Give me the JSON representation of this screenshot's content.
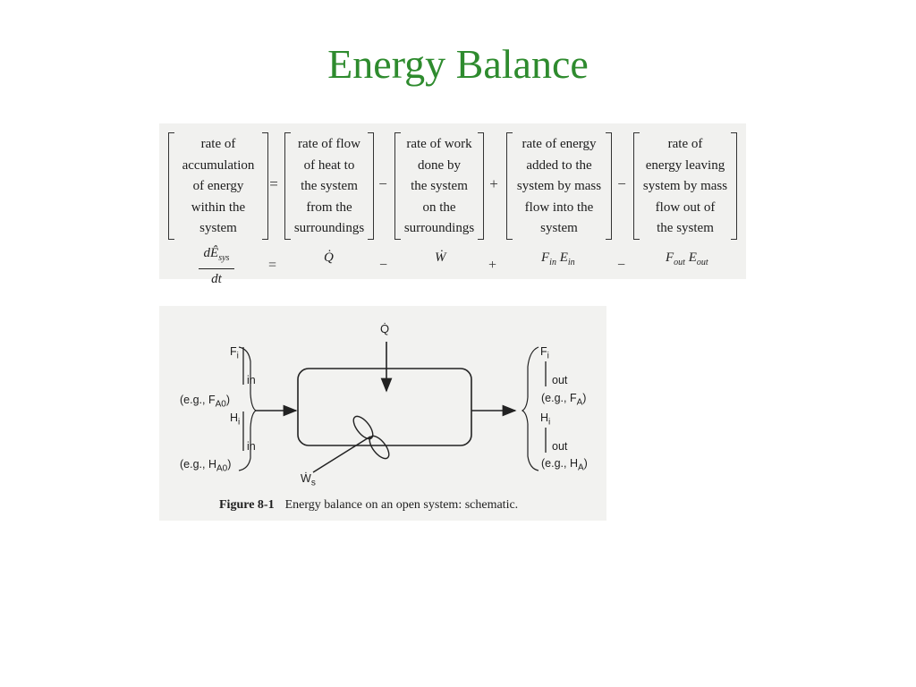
{
  "title": "Energy Balance",
  "equation": {
    "terms": [
      {
        "lines": [
          "rate of",
          "accumulation",
          "of energy",
          "within the",
          "system"
        ]
      },
      {
        "lines": [
          "rate of flow",
          "of heat to",
          "the system",
          "from the",
          "surroundings"
        ]
      },
      {
        "lines": [
          "rate of work",
          "done by",
          "the system",
          "on the",
          "surroundings"
        ]
      },
      {
        "lines": [
          "rate of energy",
          "added to the",
          "system by mass",
          "flow into the",
          "system"
        ]
      },
      {
        "lines": [
          "rate of",
          "energy leaving",
          "system by mass",
          "flow out of",
          "the system"
        ]
      }
    ],
    "operators": [
      "=",
      "−",
      "+",
      "−"
    ],
    "symbols": {
      "lhs_num": "dÊ",
      "lhs_num_sub": "sys",
      "lhs_den": "dt",
      "q": "Q̇",
      "w": "Ẇ",
      "fin": "F",
      "fin_sub": "in",
      "ein": "E",
      "ein_sub": "in",
      "fout": "F",
      "fout_sub": "out",
      "eout": "E",
      "eout_sub": "out"
    }
  },
  "figure": {
    "q_label": "Q̇",
    "ws_label": "Ẇ",
    "ws_sub": "s",
    "in_labels": {
      "f": "F",
      "f_sub": "i",
      "in1": "in",
      "eg1": "(e.g., F",
      "eg1_sub": "A0",
      "eg1_close": ")",
      "h": "H",
      "h_sub": "i",
      "in2": "in",
      "eg2": "(e.g., H",
      "eg2_sub": "A0",
      "eg2_close": ")"
    },
    "out_labels": {
      "f": "F",
      "f_sub": "i",
      "out1": "out",
      "eg1": "(e.g., F",
      "eg1_sub": "A",
      "eg1_close": ")",
      "h": "H",
      "h_sub": "i",
      "out2": "out",
      "eg2": "(e.g., H",
      "eg2_sub": "A",
      "eg2_close": ")"
    },
    "caption_label": "Figure 8-1",
    "caption_text": "Energy balance on an open system: schematic."
  }
}
